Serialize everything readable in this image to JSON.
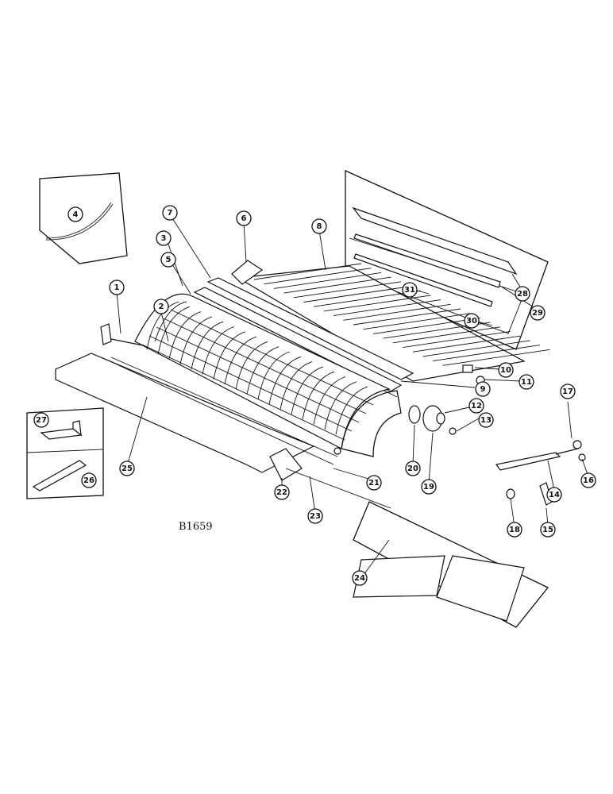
{
  "figure_code": "B1659",
  "part_numbers": [
    "1",
    "2",
    "3",
    "4",
    "5",
    "6",
    "7",
    "8",
    "9",
    "10",
    "11",
    "12",
    "13",
    "14",
    "15",
    "16",
    "17",
    "18",
    "19",
    "20",
    "21",
    "22",
    "23",
    "24",
    "25",
    "26",
    "27",
    "28",
    "29",
    "30",
    "31"
  ]
}
